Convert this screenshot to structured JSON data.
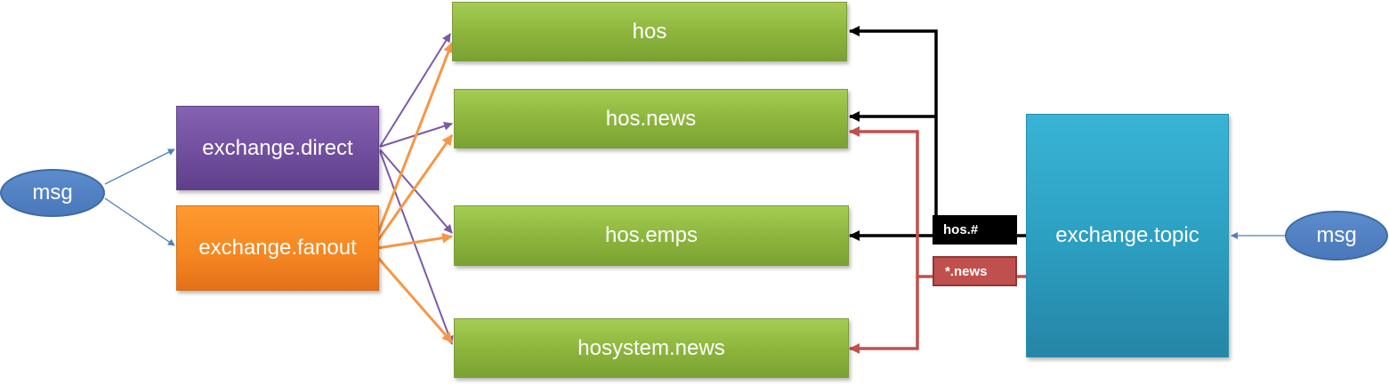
{
  "messages": {
    "left": "msg",
    "right": "msg"
  },
  "exchanges": {
    "direct": "exchange.direct",
    "fanout": "exchange.fanout",
    "topic": "exchange.topic"
  },
  "queues": [
    "hos",
    "hos.news",
    "hos.emps",
    "hosystem.news"
  ],
  "routing_keys": {
    "hos_all": "hos.#",
    "any_news": "*.news"
  },
  "colors": {
    "direct_link": "#7a5ba6",
    "fanout_link": "#f79646",
    "topic_hos_link": "#000000",
    "topic_news_link": "#c0504d",
    "msg_link": "#4f81bd"
  }
}
